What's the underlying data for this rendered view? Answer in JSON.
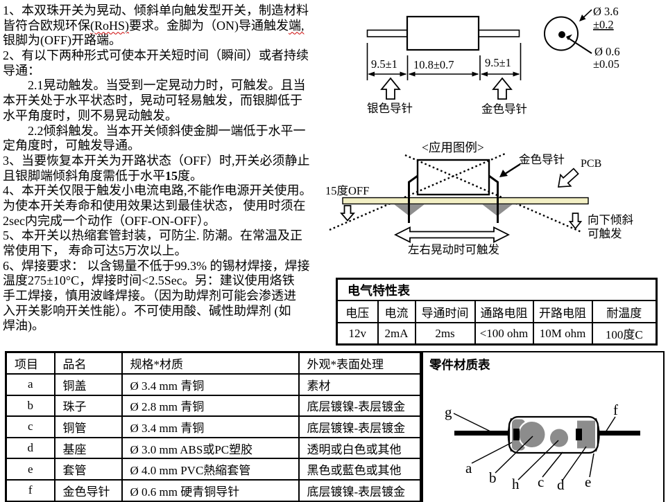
{
  "notes": {
    "l01": "1、本双珠开关为晃动、倾斜单向触发型开关，制造材料",
    "l02_pre": "皆符合欧规环保",
    "l02_rohs": "(RoHS)",
    "l02_mid": "要求。金脚为（ON)导通触发",
    "l02_end": "端,",
    "l03": "银脚为(OFF)开路端。",
    "l04": "2、有以下两种形式可使本开关短时间（瞬间）或者持续",
    "l05": "导通：",
    "l06": "2.1晃动触发。当受到一定晃动力时，可触发。且当",
    "l07": "本开关处于水平状态时，晃动可轻易触发，而银脚低于",
    "l08": "水平角度时，则不易晃动触发。",
    "l09": "2.2倾斜触发。当本开关倾斜使金脚一端低于水平一",
    "l10": "定角度时，可触发导通。",
    "l11": "3、当要恢复本开关为开路状态（OFF）时,开关必须静止",
    "l12_pre": "且银脚端倾斜角度需低于水平",
    "l12_bold": "15",
    "l12_end": "度。",
    "l13": "4、本开关仅限于触发小电流电路,不能作电源开关使用。",
    "l14": "为使本开关寿命和使用效果达到最佳状态， 使用时须在",
    "l15": "2sec内完成一个动作（OFF-ON-OFF）。",
    "l16": "5、本开关以热缩套管封装，可防尘.  防潮。在常温及正",
    "l17": "常使用下， 寿命可达5万次以上。",
    "l18": "6、焊接要求： 以含锡量不低于99.3% 的锡材焊接，焊接",
    "l19": "温度275±10°C，焊接时间<2.5Sec。另：建议使用烙铁",
    "l20": "手工焊接，慎用波峰焊接。（因为助焊剂可能会渗透进",
    "l21": "入开关影响开关性能）。不可使用酸、碱性助焊剂 (如",
    "l22": "焊油)。"
  },
  "dimension_diagram": {
    "dim_left": "9.5±1",
    "dim_mid": "10.8±0.7",
    "dim_right": "9.5±1",
    "label_silver_pin": "银色导针",
    "label_gold_pin": "金色导针",
    "dia_body": "Ø 3.6",
    "dia_body_tol": "±0.2",
    "dia_pin": "Ø 0.6",
    "dia_pin_tol": "±0.05"
  },
  "application_diagram": {
    "title": "<应用图例>",
    "label_gold_pin": "金色导针",
    "label_pcb": "PCB",
    "label_off": "15度OFF",
    "label_tilt_1": "向下倾斜",
    "label_tilt_2": "可触发",
    "label_shake": "左右晃动时可触发",
    "pcb_color": "#f2efc4",
    "solder_color": "#8f8f8f"
  },
  "electrical_table": {
    "title": "电气特性表",
    "headers": [
      "电压",
      "电流",
      "导通时间",
      "通路电阻",
      "开路电阻",
      "耐温度"
    ],
    "values": [
      "12v",
      "2mA",
      "2ms",
      "<100 ohm",
      "10M ohm",
      "100度C"
    ]
  },
  "parts_table": {
    "headers": [
      "项目",
      "品名",
      "规格*材质",
      "外观*表面处理"
    ],
    "rows": [
      [
        "a",
        "铜盖",
        "Ø 3.4 mm 青铜",
        "素材"
      ],
      [
        "b",
        "珠子",
        "Ø 2.8 mm 青铜",
        "底层镀镍-表层镀金"
      ],
      [
        "c",
        "铜管",
        "Ø 3.4 mm 青铜",
        "底层镀镍-表层镀金"
      ],
      [
        "d",
        "基座",
        "Ø 3.0 mm  ABS或PC塑胶",
        "透明或白色或其他"
      ],
      [
        "e",
        "套管",
        "Ø 4.0 mm PVC熱縮套管",
        "黑色或藍色或其他"
      ],
      [
        "f",
        "金色导针",
        "Ø 0.6 mm  硬青铜导针",
        "底层镀镍-表层镀金"
      ]
    ]
  },
  "material_panel": {
    "title": "零件材质表",
    "labels": [
      "g",
      "f",
      "a",
      "b",
      "h",
      "c",
      "d",
      "e"
    ],
    "part_color": "#8c8c8c"
  }
}
